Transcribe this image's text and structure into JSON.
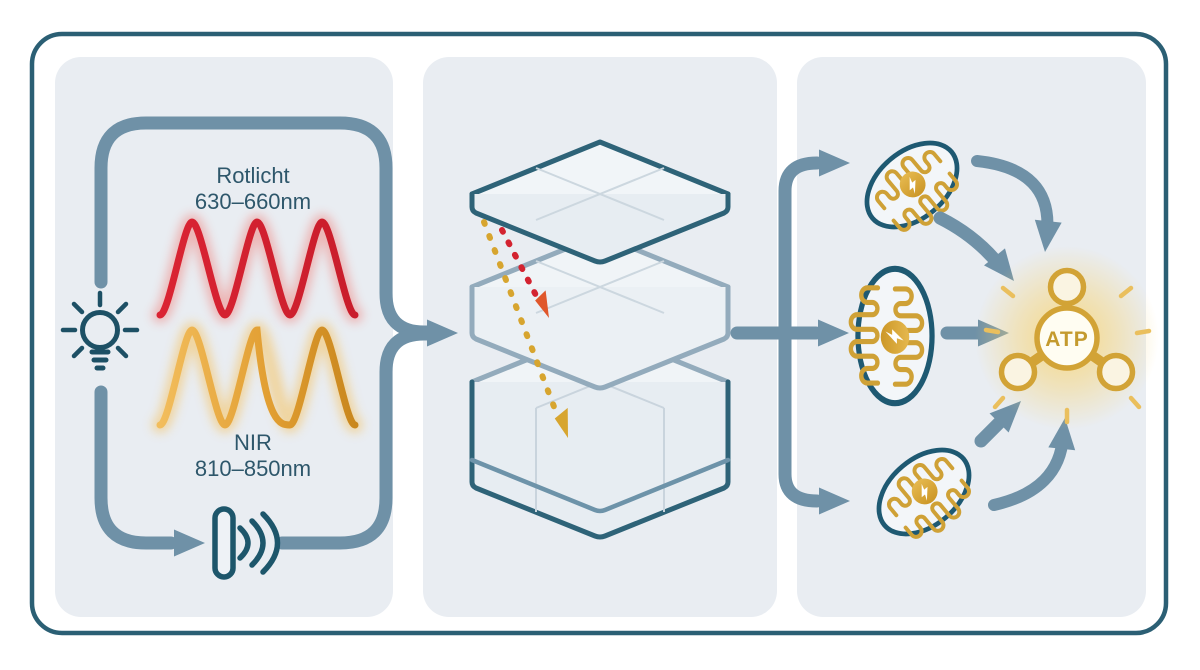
{
  "figure": {
    "kind": "photobiomodulation-diagram"
  },
  "panel_source": {
    "red_label_line1": "Rotlicht",
    "red_label_line2": "630–660nm",
    "nir_label_line1": "NIR",
    "nir_label_line2": "810–850nm",
    "icons": [
      "lightbulb-icon",
      "emitter-soundwaves-icon",
      "red-wave",
      "nir-wave"
    ]
  },
  "panel_tissue": {
    "icons": [
      "skin-layers-stack",
      "red-penetration-dashed-arrow",
      "nir-penetration-dashed-arrow"
    ]
  },
  "panel_cell": {
    "atp_label": "ATP",
    "icons": [
      "mitochondrion-icon-top",
      "mitochondrion-icon-middle",
      "mitochondrion-icon-bottom",
      "atp-molecule-icon",
      "lightning-bolt-icon"
    ]
  },
  "colors": {
    "outer_border": "#2b5f74",
    "panel_background": "#e9edf2",
    "flow_arrows": "#6f91a7",
    "dark_icon": "#1d566b",
    "red_wave": "#d4212e",
    "nir_wave_light": "#f0bc5f",
    "nir_wave_dark": "#c9871d",
    "gold": "#d2a336",
    "label_text": "#2e576b",
    "cube_dark_stroke": "#2e6378",
    "cube_light_stroke": "#93abbc"
  }
}
